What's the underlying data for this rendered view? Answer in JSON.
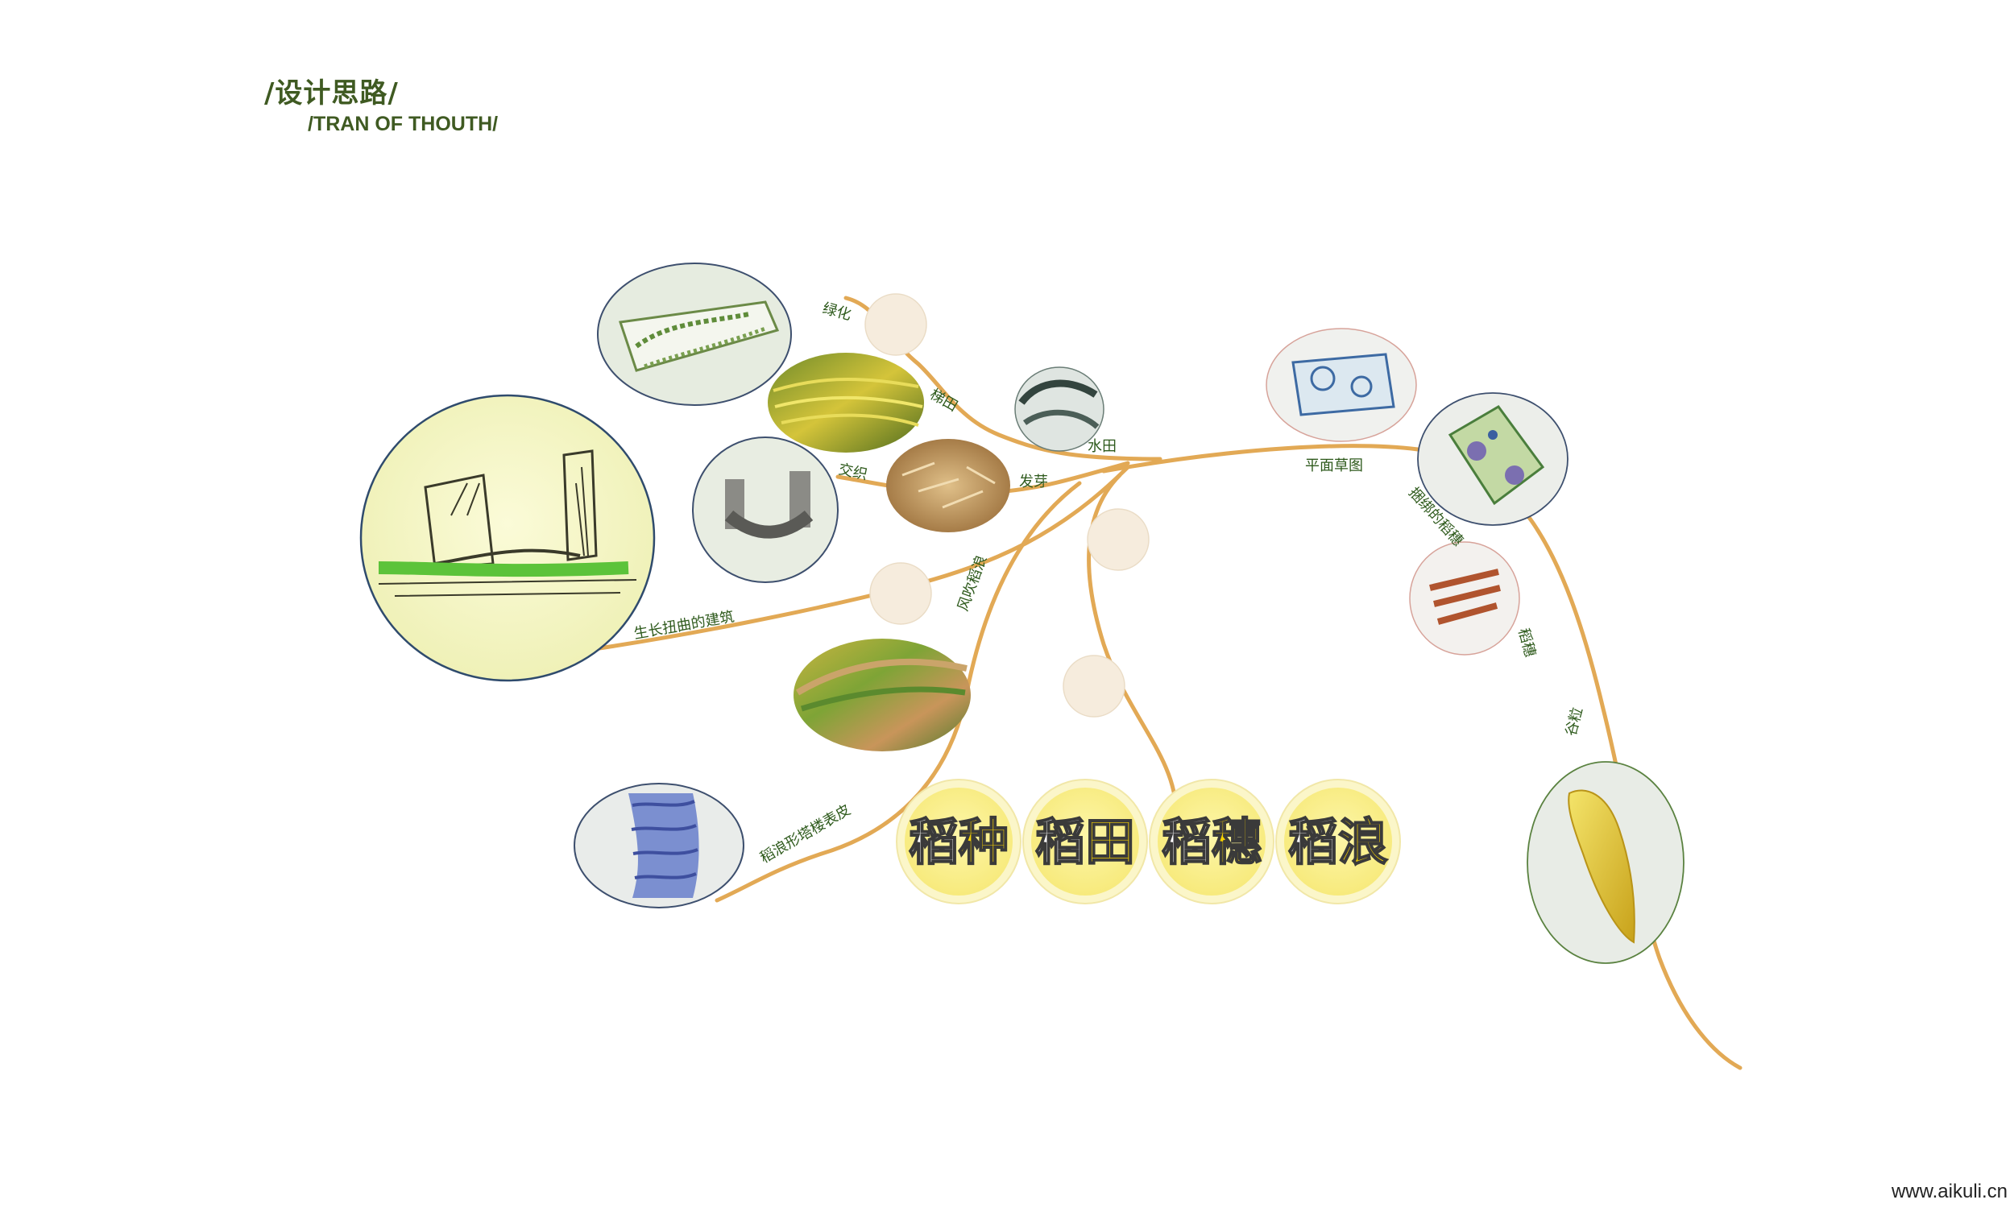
{
  "header": {
    "title_cn": "/设计思路/",
    "title_en": "/TRAN OF THOUTH/"
  },
  "branch_labels": {
    "greening": "绿化",
    "terraces": "梯田",
    "paddy": "水田",
    "interweave": "交织",
    "sprouting": "发芽",
    "wind_waves": "风吹稻浪",
    "twisting_building": "生长扭曲的建筑",
    "tower_skin": "稻浪形塔楼表皮",
    "plan_sketch": "平面草图",
    "bundled_ears": "捆绑的稻穗",
    "rice_ear": "稻穗",
    "grain": "谷粒"
  },
  "themes": [
    {
      "first": "稻",
      "second": "种"
    },
    {
      "first": "稻",
      "second": "田"
    },
    {
      "first": "稻",
      "second": "穗"
    },
    {
      "first": "稻",
      "second": "浪"
    }
  ],
  "footer": {
    "credit": "www.aikuli.cn"
  },
  "colors": {
    "branch": "#e2a955",
    "title": "#3f5a22",
    "label": "#2e5a1c",
    "bubble": "#f6ecdd",
    "theme_fill": "#fcf39b",
    "theme_ring": "#fbf6c9",
    "theme_char_accent": "#f6d100"
  }
}
